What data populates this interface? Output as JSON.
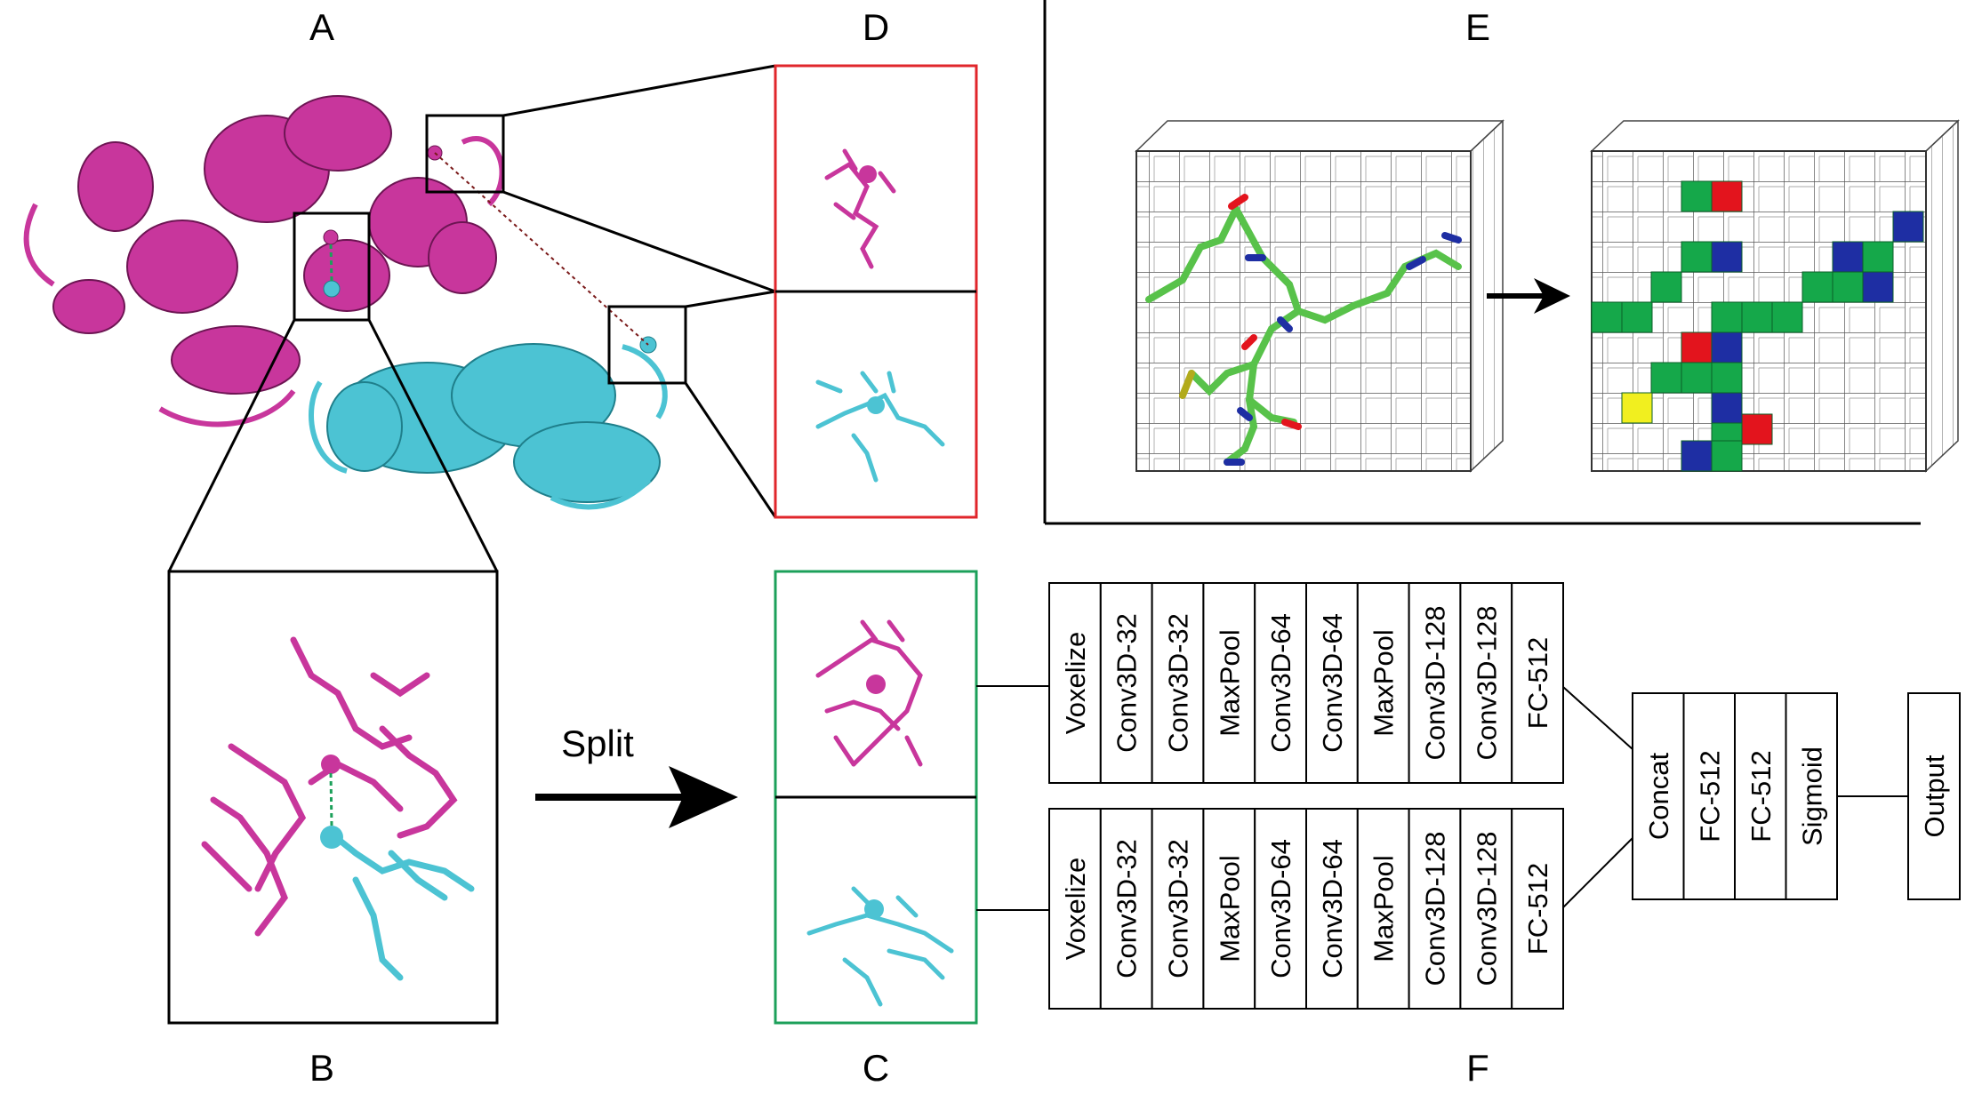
{
  "panels": {
    "a": "A",
    "b": "B",
    "c": "C",
    "d": "D",
    "e": "E",
    "f": "F"
  },
  "split_label": "Split",
  "network": {
    "branch_layers": [
      "Voxelize",
      "Conv3D-32",
      "Conv3D-32",
      "MaxPool",
      "Conv3D-64",
      "Conv3D-64",
      "MaxPool",
      "Conv3D-128",
      "Conv3D-128",
      "FC-512"
    ],
    "head_layers": [
      "Concat",
      "FC-512",
      "FC-512",
      "Sigmoid"
    ],
    "output_label": "Output"
  },
  "colors": {
    "protein_a": "#c8369c",
    "protein_b": "#4cc3d3",
    "box_red": "#e0262b",
    "box_green": "#1ca05a",
    "voxel_green": "#15a84a",
    "voxel_red": "#e3141d",
    "voxel_blue": "#1e2ea3",
    "voxel_yellow": "#f1ef1f",
    "ligand_green": "#58c24a"
  }
}
